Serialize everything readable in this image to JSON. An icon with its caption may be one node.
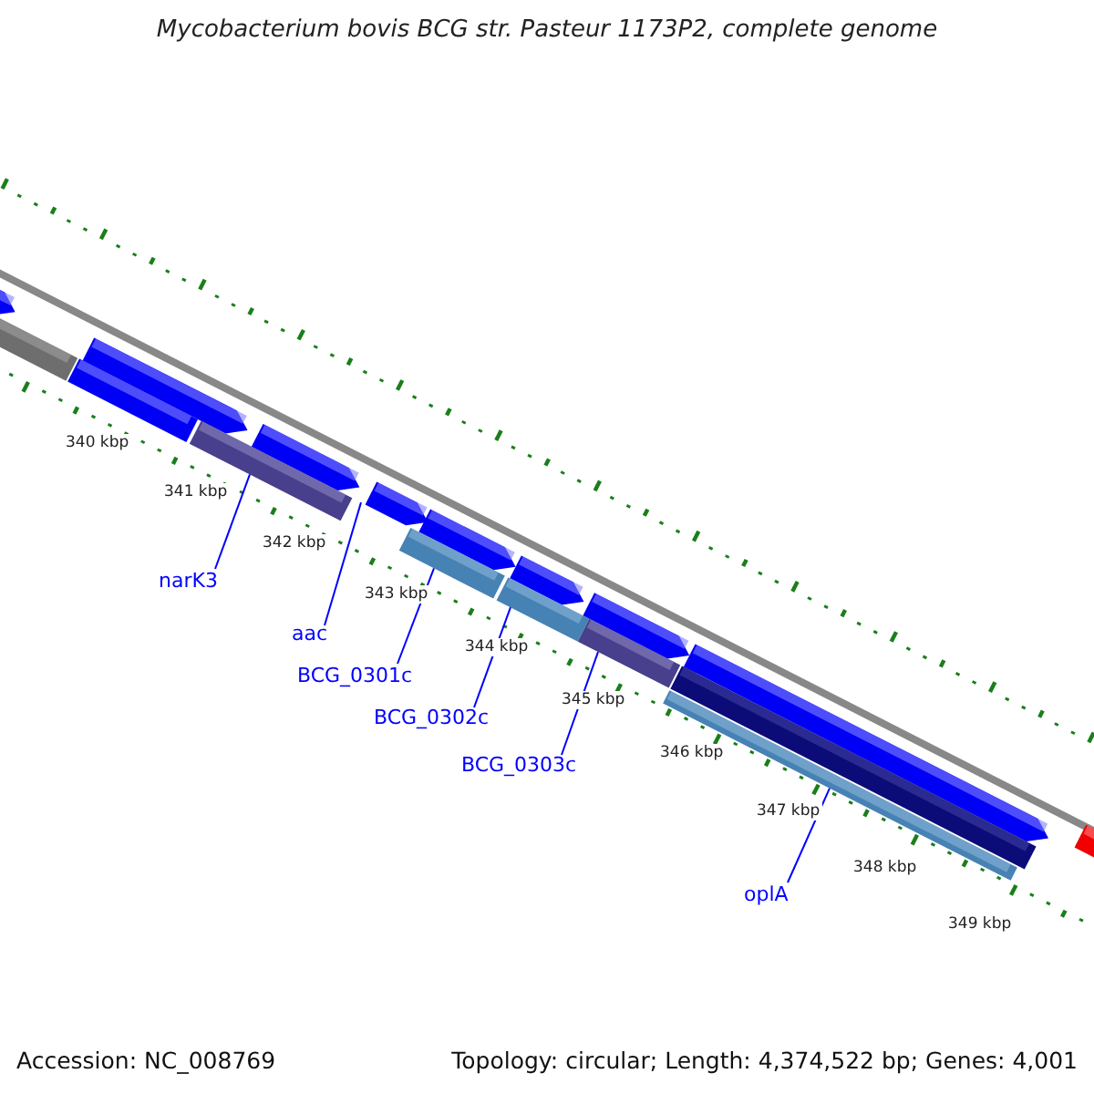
{
  "diagram": {
    "title": "Mycobacterium bovis BCG str. Pasteur 1173P2, complete genome",
    "nodes": [
      {
        "text": [
          "narK3"
        ]
      },
      {
        "text": [
          "aac"
        ]
      },
      {
        "text": [
          "BCG_0301c"
        ]
      },
      {
        "text": [
          "BCG_0302c"
        ]
      },
      {
        "text": [
          "BCG_0303c"
        ]
      },
      {
        "text": [
          "oplA"
        ]
      },
      {
        "text": [],
        "shape": "bar"
      },
      {
        "text": [],
        "shape": "bar"
      },
      {
        "text": [],
        "shape": "bar"
      },
      {
        "text": [],
        "shape": "bar"
      },
      {
        "text": [],
        "shape": "bar"
      },
      {
        "text": [],
        "shape": "bar"
      }
    ],
    "edges": [
      {
        "from": 0,
        "to": 6,
        "arrow": "none"
      },
      {
        "from": 1,
        "to": 7,
        "arrow": "none"
      },
      {
        "from": 2,
        "to": 8,
        "arrow": "none"
      },
      {
        "from": 3,
        "to": 9,
        "arrow": "none"
      },
      {
        "from": 4,
        "to": 10,
        "arrow": "none"
      },
      {
        "from": 5,
        "to": 11,
        "arrow": "none"
      }
    ],
    "labels": [
      "340 kbp",
      "341 kbp",
      "342 kbp",
      "343 kbp",
      "344 kbp",
      "345 kbp",
      "346 kbp",
      "347 kbp",
      "348 kbp",
      "349 kbp",
      "Accession: NC_008769",
      "Topology: circular; Length: 4,374,522 bp; Genes: 4,001"
    ]
  }
}
